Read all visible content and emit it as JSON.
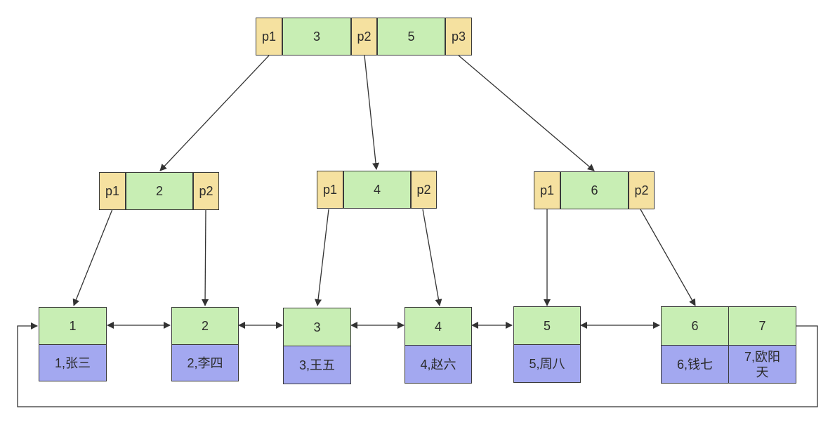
{
  "colors": {
    "pointer_cell": "#f5e1a0",
    "key_cell": "#c8eeb4",
    "data_cell": "#a3a8f0",
    "border": "#3a3a3a",
    "edge": "#333333"
  },
  "root": {
    "pointers": [
      "p1",
      "p2",
      "p3"
    ],
    "keys": [
      "3",
      "5"
    ]
  },
  "internal": [
    {
      "pointers": [
        "p1",
        "p2"
      ],
      "key": "2"
    },
    {
      "pointers": [
        "p1",
        "p2"
      ],
      "key": "4"
    },
    {
      "pointers": [
        "p1",
        "p2"
      ],
      "key": "6"
    }
  ],
  "leaves": [
    {
      "key": "1",
      "row": "1,张三"
    },
    {
      "key": "2",
      "row": "2,李四"
    },
    {
      "key": "3",
      "row": "3,王五"
    },
    {
      "key": "4",
      "row": "4,赵六"
    },
    {
      "key": "5",
      "row": "5,周八"
    },
    {
      "key": "6",
      "row": "6,钱七"
    },
    {
      "key": "7",
      "row": "7,欧阳天"
    }
  ]
}
